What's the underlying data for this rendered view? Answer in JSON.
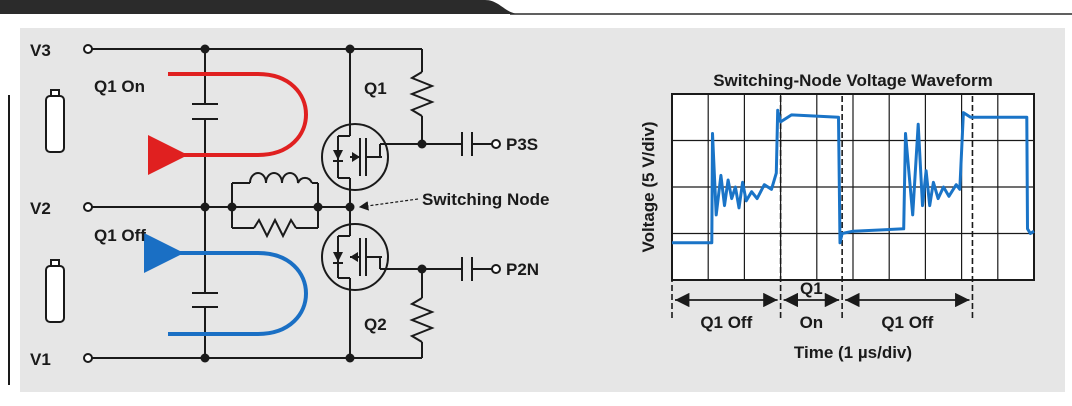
{
  "colors": {
    "panel_bg": "#e6e6e6",
    "header_bar": "#2b2b2b",
    "red_current": "#e02020",
    "blue_current": "#1a6fc4",
    "waveform": "#1a74c7",
    "line": "#1a1a1a"
  },
  "circuit": {
    "nodes": {
      "v3": "V3",
      "v2": "V2",
      "v1": "V1"
    },
    "transistors": {
      "q1": "Q1",
      "q2": "Q2"
    },
    "ports": {
      "p3s": "P3S",
      "p2n": "P2N"
    },
    "switching_node_label": "Switching Node",
    "currents": {
      "q1_on": "Q1 On",
      "q1_off": "Q1 Off"
    }
  },
  "chart_data": {
    "type": "line",
    "title": "Switching-Node Voltage Waveform",
    "xlabel": "Time (1 µs/div)",
    "ylabel": "Voltage (5 V/div)",
    "grid": true,
    "x_divisions": 10,
    "y_divisions": 4,
    "xlim": [
      0,
      10
    ],
    "ylim": [
      0,
      4
    ],
    "series": [
      {
        "values_x": [
          0,
          1.1,
          1.12,
          1.22,
          1.35,
          1.45,
          1.55,
          1.65,
          1.75,
          1.85,
          1.95,
          2.05,
          2.2,
          2.35,
          2.55,
          2.75,
          2.88,
          2.92,
          3.0,
          3.3,
          4.6,
          4.64,
          4.7,
          5.0,
          6.4,
          6.45,
          6.65,
          6.8,
          6.92,
          7.02,
          7.12,
          7.22,
          7.35,
          7.5,
          7.65,
          7.85,
          7.95,
          8.05,
          8.25,
          9.8,
          9.82,
          9.9,
          10
        ],
        "values_y": [
          0.8,
          0.8,
          3.15,
          1.4,
          2.25,
          1.6,
          2.15,
          1.75,
          2.0,
          1.55,
          2.1,
          1.7,
          1.9,
          1.75,
          2.05,
          1.95,
          2.3,
          3.65,
          3.4,
          3.55,
          3.5,
          0.8,
          1.0,
          1.05,
          1.1,
          3.15,
          1.4,
          3.35,
          1.6,
          2.35,
          1.6,
          2.1,
          1.75,
          2.0,
          1.8,
          2.05,
          1.95,
          3.6,
          3.5,
          3.5,
          1.1,
          1.0,
          1.05
        ]
      }
    ],
    "phases": [
      {
        "label": "Q1 Off",
        "start": 0,
        "end": 3
      },
      {
        "label_line1": "Q1",
        "label_line2": "On",
        "start": 3,
        "end": 4.7
      },
      {
        "label": "Q1 Off",
        "start": 4.7,
        "end": 8.3
      }
    ]
  }
}
